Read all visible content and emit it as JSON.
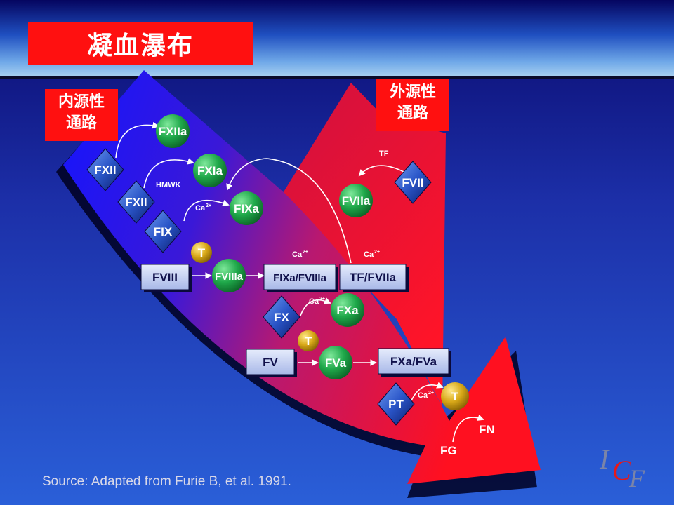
{
  "title": "凝血瀑布",
  "labels": {
    "intrinsic_line1": "内源性",
    "intrinsic_line2": "通路",
    "extrinsic_line1": "外源性",
    "extrinsic_line2": "通路"
  },
  "nodes": {
    "fxiia": "FXIIa",
    "fxii_1": "FXII",
    "fxia": "FXIa",
    "fxii_2": "FXII",
    "hmwk": "HMWK",
    "fixa": "FIXa",
    "fix": "FIX",
    "ca_fix": "Ca",
    "t_1": "T",
    "fviii": "FVIII",
    "fviiia": "FVIIIa",
    "fixa_fviiia": "FIXa/FVIIIa",
    "ca_tenase": "Ca",
    "tf_fviia": "TF/FVIIa",
    "ca_tf": "Ca",
    "tf": "TF",
    "fvii": "FVII",
    "fviia": "FVIIa",
    "fx": "FX",
    "ca_fx": "Ca",
    "fxa": "FXa",
    "t_2": "T",
    "fv": "FV",
    "fva": "FVa",
    "fxa_fva": "FXa/FVa",
    "pt": "PT",
    "ca_pt": "Ca",
    "t_3": "T",
    "fn": "FN",
    "fg": "FG"
  },
  "superscript": "2+",
  "source": "Source: Adapted from Furie B, et al. 1991.",
  "logo": {
    "l1": "I",
    "l2": "C",
    "l3": "F"
  },
  "colors": {
    "title_bg": "#ff1010",
    "green_node": "#1fa84a",
    "diamond": "#2a55c8",
    "yellow_node": "#d8a818",
    "box_bg": "#c8d4f4"
  }
}
